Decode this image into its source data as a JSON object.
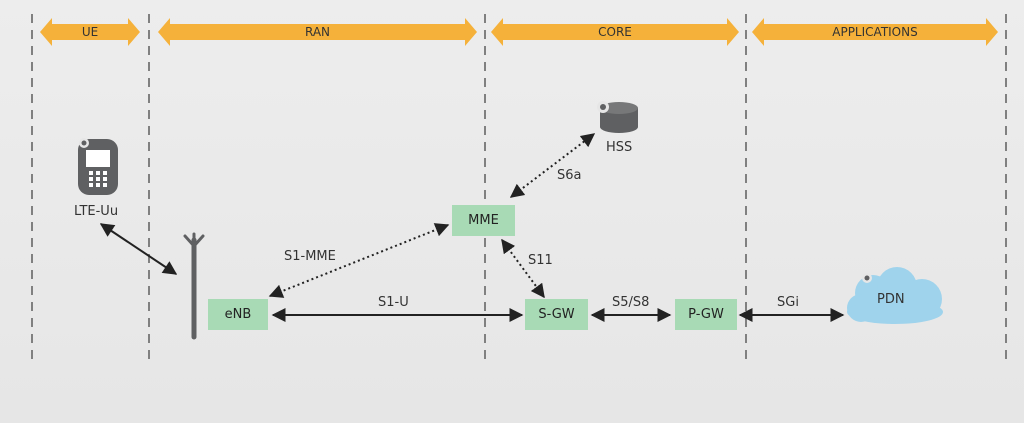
{
  "colors": {
    "band": "#f5b13a",
    "node_fill": "#a8dab5",
    "cloud": "#9fd3ec",
    "device": "#5f6062",
    "line": "#222222",
    "divider": "#808080"
  },
  "bands": [
    "UE",
    "RAN",
    "CORE",
    "APPLICATIONS"
  ],
  "nodes": {
    "mme": "MME",
    "enb": "eNB",
    "sgw": "S-GW",
    "pgw": "P-GW",
    "hss": "HSS",
    "pdn": "PDN",
    "ue": "LTE-Uu"
  },
  "interfaces": {
    "s6a": "S6a",
    "s1mme": "S1-MME",
    "s11": "S11",
    "s1u": "S1-U",
    "s5s8": "S5/S8",
    "sgi": "SGi"
  },
  "icons": [
    "phone-icon",
    "antenna-icon",
    "database-icon",
    "cloud-icon"
  ]
}
